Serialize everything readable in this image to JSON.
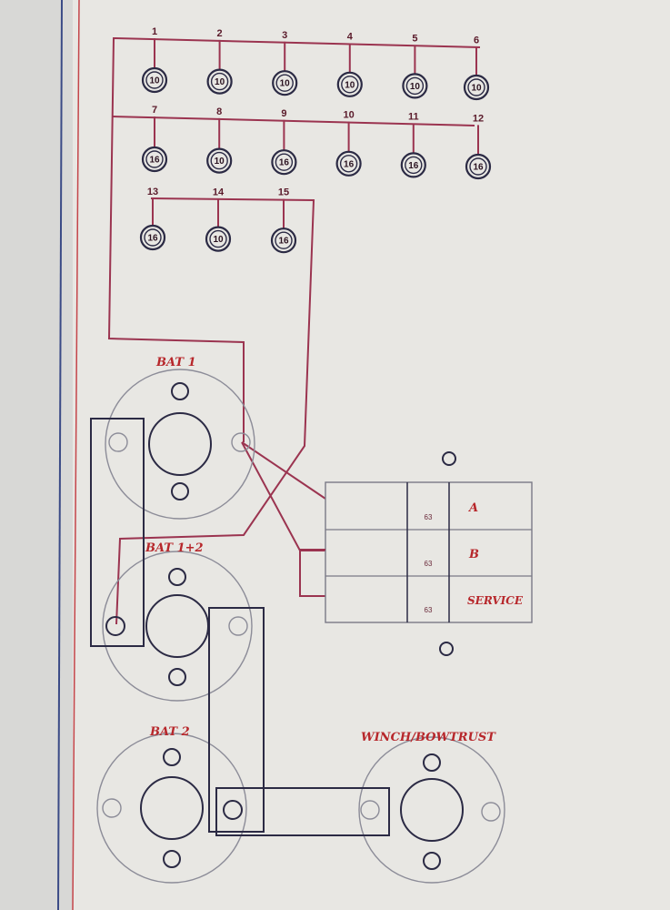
{
  "circuits": {
    "row1": [
      {
        "num": "1",
        "rating": "10"
      },
      {
        "num": "2",
        "rating": "10"
      },
      {
        "num": "3",
        "rating": "10"
      },
      {
        "num": "4",
        "rating": "10"
      },
      {
        "num": "5",
        "rating": "10"
      },
      {
        "num": "6",
        "rating": "10"
      }
    ],
    "row2": [
      {
        "num": "7",
        "rating": "16"
      },
      {
        "num": "8",
        "rating": "10"
      },
      {
        "num": "9",
        "rating": "16"
      },
      {
        "num": "10",
        "rating": "16"
      },
      {
        "num": "11",
        "rating": "16"
      },
      {
        "num": "12",
        "rating": "16"
      }
    ],
    "row3": [
      {
        "num": "13",
        "rating": "16"
      },
      {
        "num": "14",
        "rating": "10"
      },
      {
        "num": "15",
        "rating": "16"
      }
    ]
  },
  "switches": {
    "bat1": "BAT 1",
    "bat12": "BAT 1+2",
    "bat2": "BAT 2",
    "winch": "WINCH/BOWTRUST"
  },
  "breakers": [
    {
      "rating": "63",
      "label": "A"
    },
    {
      "rating": "63",
      "label": "B"
    },
    {
      "rating": "63",
      "label": "SERVICE"
    }
  ],
  "colors": {
    "wire": "#9b3450",
    "label": "#b7272b",
    "outline": "#2b2a44",
    "faint": "#8c8c98",
    "border_blue": "#3a4a86",
    "border_red": "#c4454a"
  }
}
